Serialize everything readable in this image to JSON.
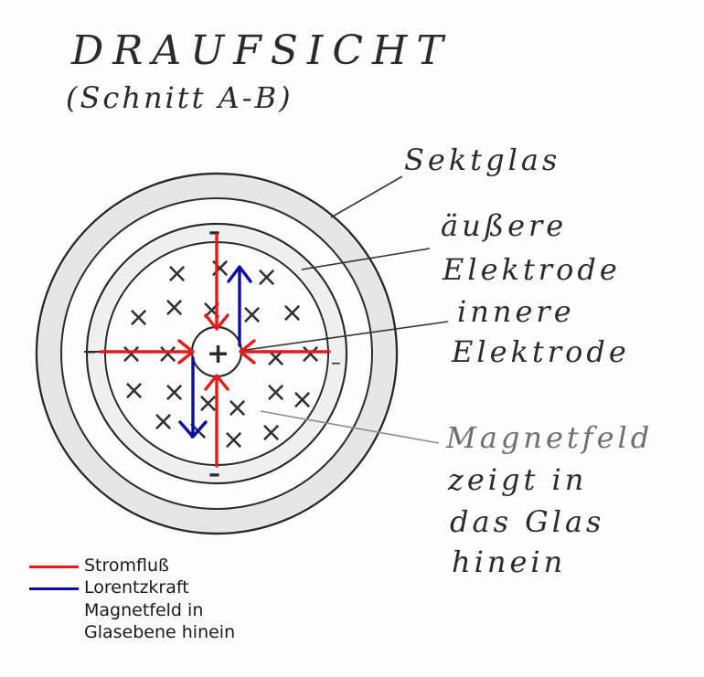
{
  "title": "DRAUFSICHT",
  "subtitle": "(Schnitt A-B)",
  "labels": {
    "sektglas": "Sektglas",
    "aeussere_1": "äußere",
    "aeussere_2": "Elektrode",
    "innere_1": "innere",
    "innere_2": "Elektrode",
    "magnet_1": "Magnetfeld",
    "magnet_2": "zeigt in",
    "magnet_3": "das Glas",
    "magnet_4": "hinein"
  },
  "polarity": {
    "top": "–",
    "bottom": "–",
    "left": "–",
    "right": "–",
    "center": "+"
  },
  "field_symbol": "×",
  "legend": {
    "current": {
      "label": "Stromfluß",
      "color": "#e31b1b"
    },
    "force": {
      "label": "Lorentzkraft",
      "color": "#0b0ba8"
    },
    "note_1": "Magnetfeld in",
    "note_2": "Glasebene hinein"
  },
  "colors": {
    "ink": "#2a2a2a",
    "current": "#e31b1b",
    "force": "#0b0ba8"
  }
}
